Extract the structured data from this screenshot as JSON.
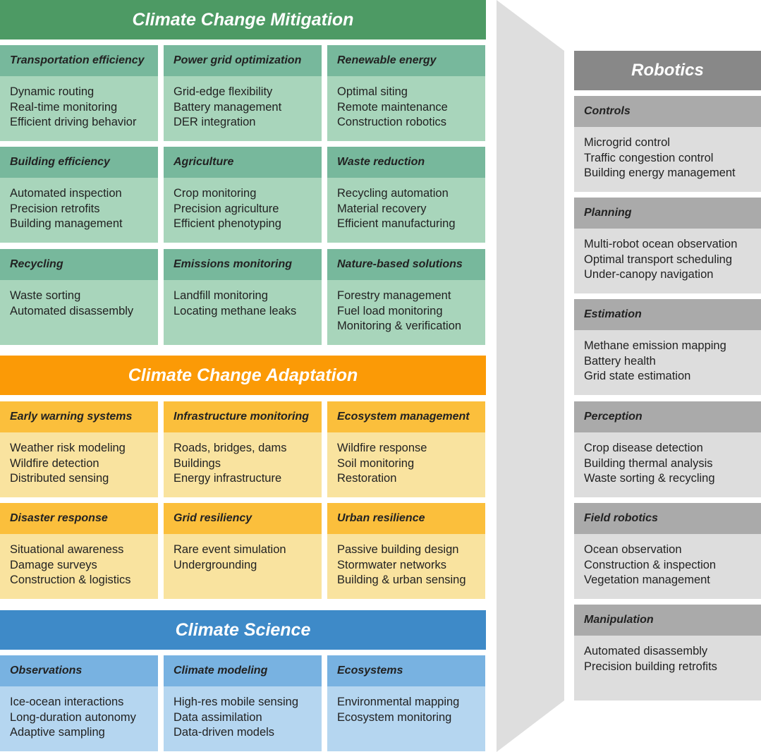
{
  "mitigation": {
    "title": "Climate Change Mitigation",
    "color": "#4d9a64",
    "cards": [
      {
        "title": "Transportation efficiency",
        "items": [
          "Dynamic routing",
          "Real-time monitoring",
          "Efficient driving behavior"
        ]
      },
      {
        "title": "Power grid optimization",
        "items": [
          "Grid-edge flexibility",
          "Battery management",
          "DER integration"
        ]
      },
      {
        "title": "Renewable energy",
        "items": [
          "Optimal siting",
          "Remote maintenance",
          "Construction robotics"
        ]
      },
      {
        "title": "Building efficiency",
        "items": [
          "Automated inspection",
          "Precision retrofits",
          "Building management"
        ]
      },
      {
        "title": "Agriculture",
        "items": [
          "Crop monitoring",
          "Precision agriculture",
          "Efficient phenotyping"
        ]
      },
      {
        "title": "Waste reduction",
        "items": [
          "Recycling automation",
          "Material recovery",
          "Efficient manufacturing"
        ]
      },
      {
        "title": "Recycling",
        "items": [
          "Waste sorting",
          "Automated disassembly"
        ]
      },
      {
        "title": "Emissions monitoring",
        "items": [
          "Landfill monitoring",
          "Locating methane leaks"
        ]
      },
      {
        "title": "Nature-based solutions",
        "items": [
          "Forestry management",
          "Fuel load monitoring",
          "Monitoring & verification"
        ]
      }
    ]
  },
  "adaptation": {
    "title": "Climate Change Adaptation",
    "color": "#fb9a06",
    "cards": [
      {
        "title": "Early warning systems",
        "items": [
          "Weather risk modeling",
          "Wildfire detection",
          "Distributed sensing"
        ]
      },
      {
        "title": "Infrastructure monitoring",
        "items": [
          "Roads, bridges, dams",
          "Buildings",
          "Energy infrastructure"
        ]
      },
      {
        "title": "Ecosystem management",
        "items": [
          "Wildfire response",
          "Soil monitoring",
          "Restoration"
        ]
      },
      {
        "title": "Disaster response",
        "items": [
          "Situational awareness",
          "Damage surveys",
          "Construction & logistics"
        ]
      },
      {
        "title": "Grid resiliency",
        "items": [
          "Rare event simulation",
          "Undergrounding"
        ]
      },
      {
        "title": "Urban resilience",
        "items": [
          "Passive building design",
          "Stormwater networks",
          "Building & urban sensing"
        ]
      }
    ]
  },
  "science": {
    "title": "Climate Science",
    "color": "#3e8ac8",
    "cards": [
      {
        "title": "Observations",
        "items": [
          "Ice-ocean interactions",
          "Long-duration autonomy",
          "Adaptive sampling"
        ]
      },
      {
        "title": "Climate modeling",
        "items": [
          "High-res mobile sensing",
          "Data assimilation",
          "Data-driven models"
        ]
      },
      {
        "title": "Ecosystems",
        "items": [
          "Environmental mapping",
          "Ecosystem monitoring"
        ]
      }
    ]
  },
  "robotics": {
    "title": "Robotics",
    "color": "#888888",
    "cards": [
      {
        "title": "Controls",
        "items": [
          "Microgrid control",
          "Traffic congestion control",
          "Building energy management"
        ]
      },
      {
        "title": "Planning",
        "items": [
          "Multi-robot ocean observation",
          "Optimal transport scheduling",
          "Under-canopy navigation"
        ]
      },
      {
        "title": "Estimation",
        "items": [
          "Methane emission mapping",
          "Battery health",
          "Grid state estimation"
        ]
      },
      {
        "title": "Perception",
        "items": [
          "Crop disease detection",
          "Building thermal analysis",
          "Waste sorting & recycling"
        ]
      },
      {
        "title": "Field robotics",
        "items": [
          "Ocean observation",
          "Construction & inspection",
          "Vegetation management"
        ]
      },
      {
        "title": "Manipulation",
        "items": [
          "Automated disassembly",
          "Precision building retrofits"
        ]
      }
    ]
  }
}
